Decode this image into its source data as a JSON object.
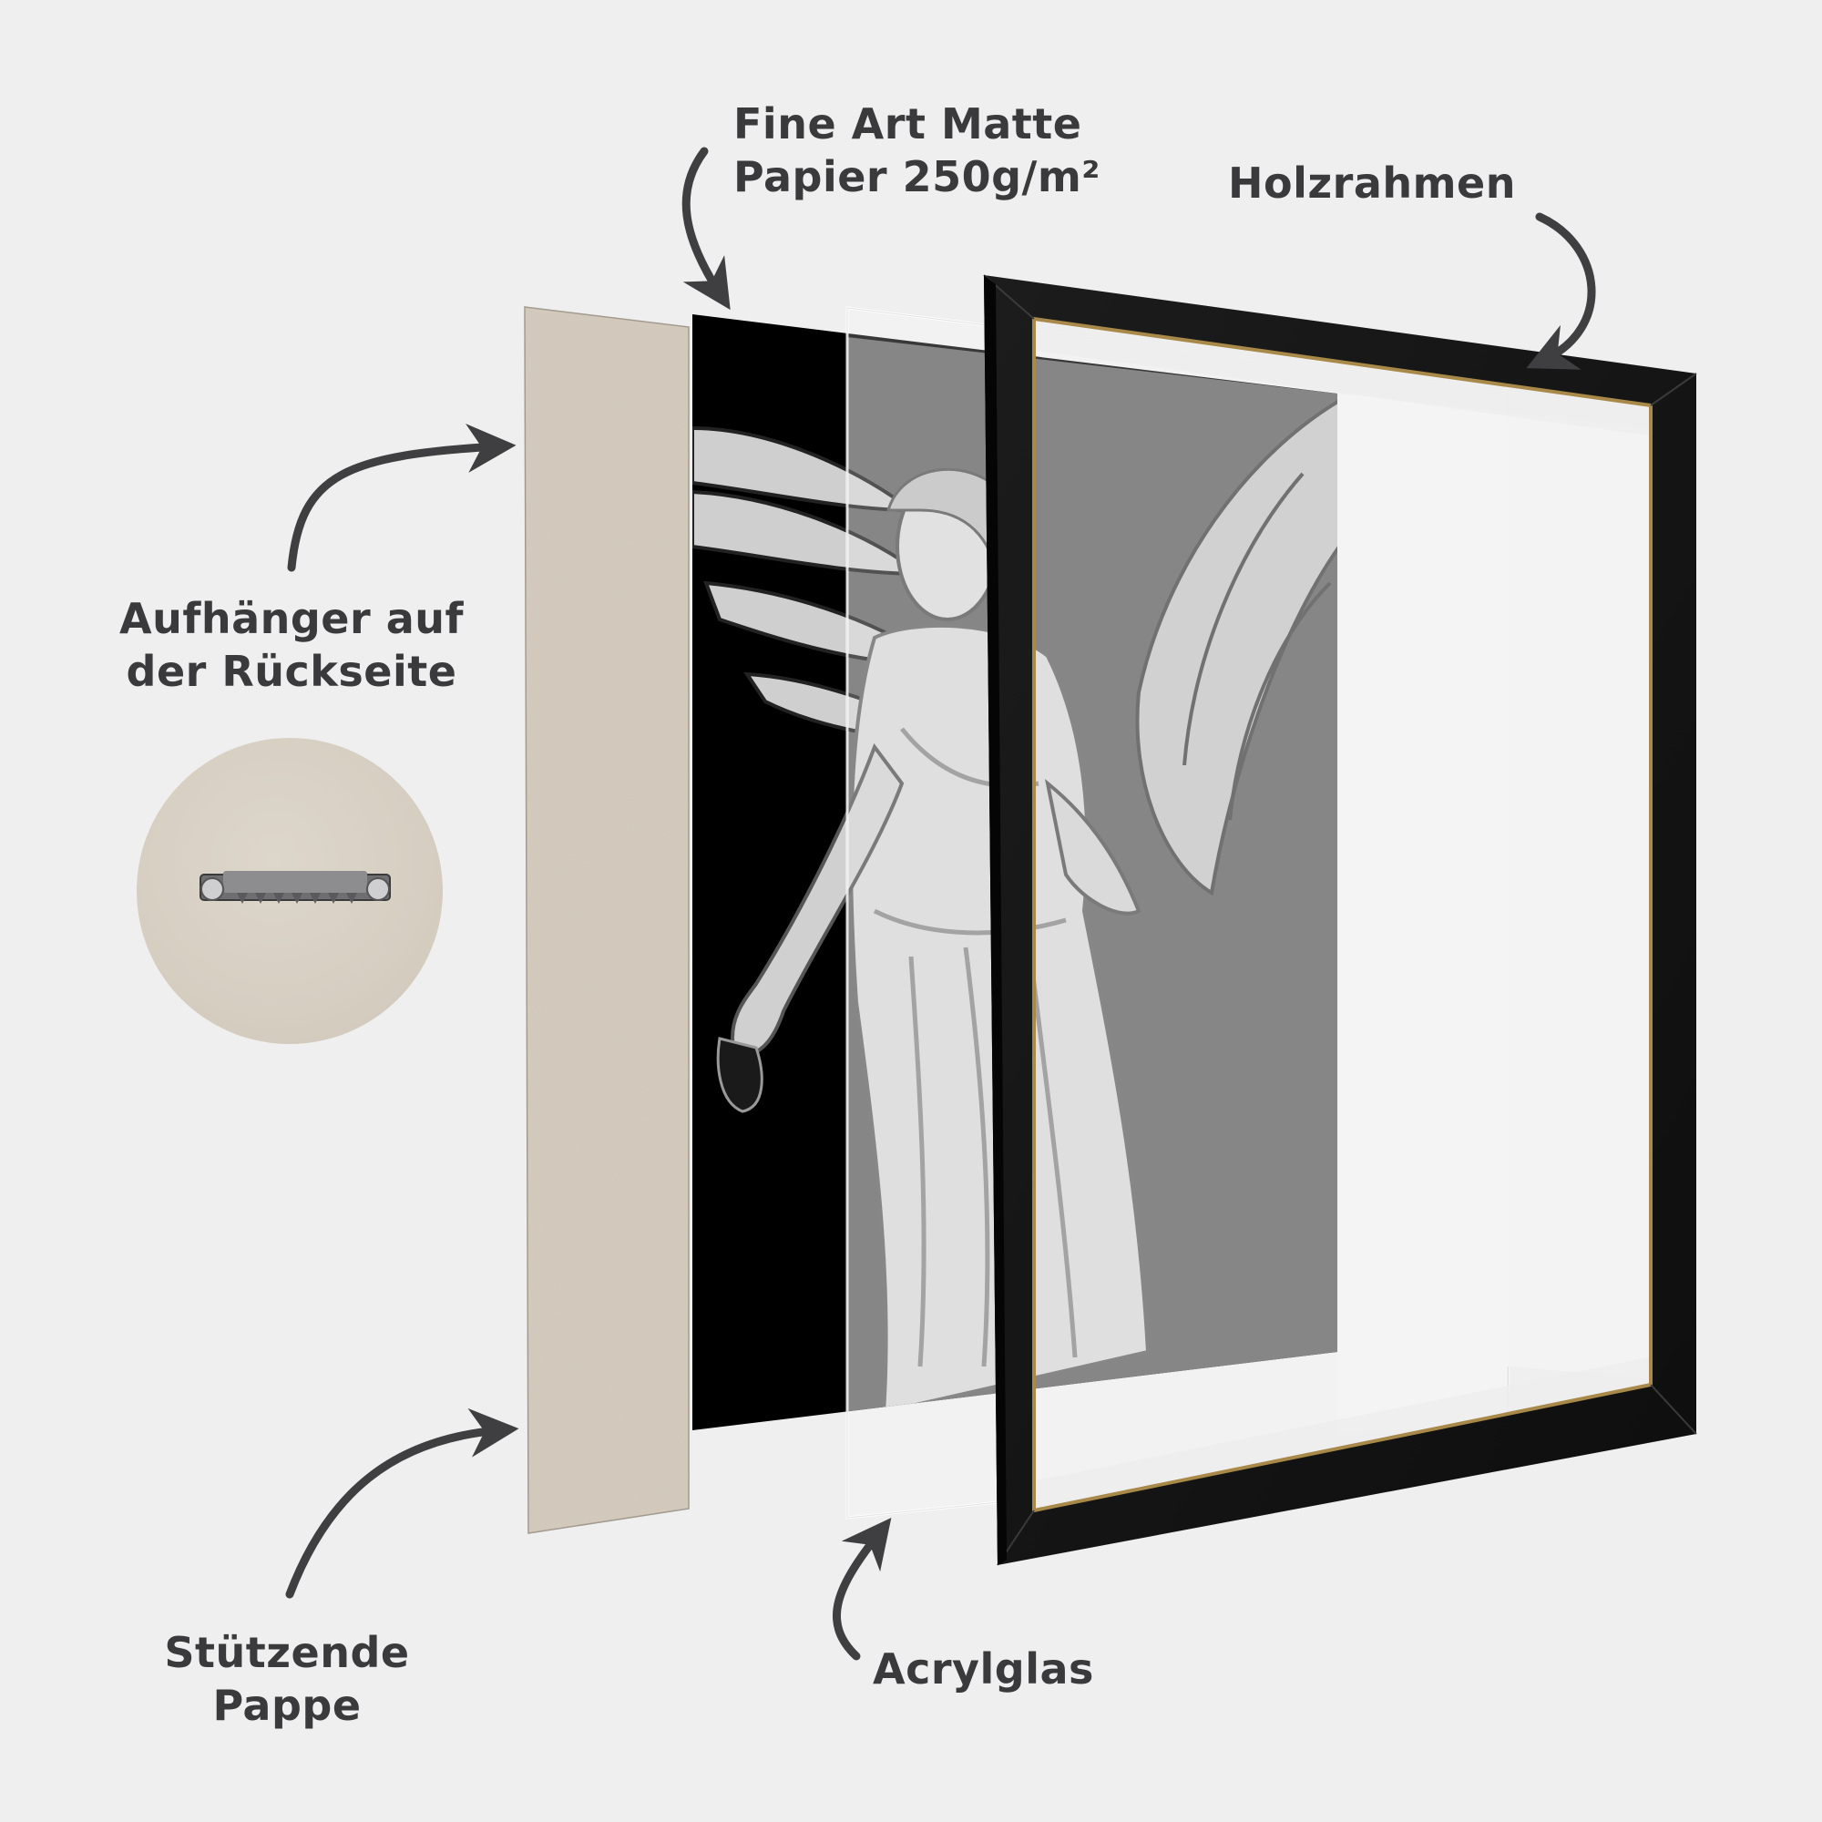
{
  "labels": {
    "paper": {
      "line1": "Fine Art Matte",
      "line2": "Papier 250g/m²"
    },
    "frame": "Holzrahmen",
    "hanger": {
      "line1": "Aufhänger auf",
      "line2": "der Rückseite"
    },
    "backing": {
      "line1": "Stützende",
      "line2": "Pappe"
    },
    "acrylic": "Acrylglas"
  },
  "layers": [
    {
      "id": "backing-board",
      "name": "Stützende Pappe",
      "color": "#d5ccbf"
    },
    {
      "id": "art-print",
      "name": "Fine Art Matte Papier 250g/m²",
      "color": "#000000"
    },
    {
      "id": "acrylic-glass",
      "name": "Acrylglas",
      "color": "#f2f2f2"
    },
    {
      "id": "wood-frame",
      "name": "Holzrahmen",
      "color": "#141414"
    }
  ],
  "colors": {
    "background": "#efefef",
    "text": "#3a3a3c",
    "arrow": "#3f3f41",
    "frame": "#141414",
    "frame_inner_gold": "#a8894a",
    "cardboard": "#d5ccbf",
    "print_black": "#000000",
    "print_gray": "#646464",
    "statue_light": "#d9d9d9"
  },
  "hanger_detail": {
    "type": "sawtooth-hanger",
    "teeth": 7
  }
}
